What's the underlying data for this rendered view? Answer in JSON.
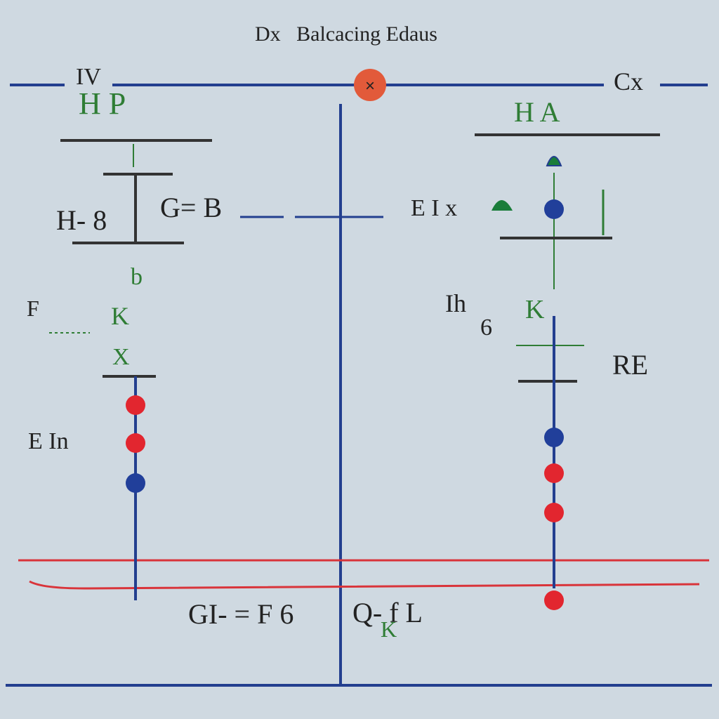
{
  "title": {
    "pre": "Dx",
    "main": "Balcacing Edaus"
  },
  "labels": {
    "top_left": "IV",
    "top_right": "Cx",
    "left_top_pair": "H P",
    "right_top_pair": "H A",
    "left_mid": "H- 8",
    "left_mid_right": "G= B",
    "right_mid": "E I x",
    "small_b": "b",
    "left_f": "F",
    "right_ih": "Ih",
    "right_ge": "6",
    "left_xa": "K",
    "right_xb": "K",
    "left_x": "X",
    "right_rf": "RE",
    "left_ein": "E In",
    "bottom_left": "GI- = F 6",
    "bottom_right": "Q- f L",
    "bottom_k": "K"
  },
  "colors": {
    "background": "#cfd9e1",
    "blue_line": "#233f8f",
    "red_line": "#d9343a",
    "dark_line": "#333333",
    "green_mark": "#2f7d35",
    "red_dot": "#e2262f",
    "blue_dot": "#213f9a",
    "green_bell": "#1a7d3a"
  },
  "center_node_symbol": "×",
  "dots": {
    "left_column": [
      "red",
      "red",
      "blue"
    ],
    "right_column": [
      "blue",
      "blue",
      "red",
      "red",
      "red"
    ]
  }
}
